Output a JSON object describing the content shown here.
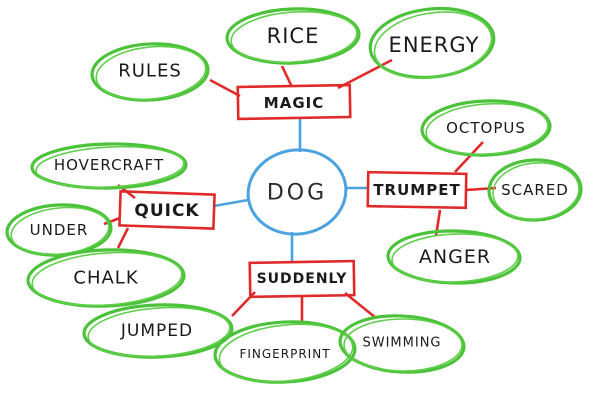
{
  "center": {
    "label": "DOG"
  },
  "hubs": {
    "magic": "MAGIC",
    "trumpet": "TRUMPET",
    "suddenly": "SUDDENLY",
    "quick": "QUICK"
  },
  "leaves": {
    "rice": "RICE",
    "energy": "ENERGY",
    "rules": "RULES",
    "octopus": "OCTOPUS",
    "scared": "SCARED",
    "anger": "ANGER",
    "jumped": "JUMPED",
    "fingerprint": "FINGERPRINT",
    "swimming": "SWIMMING",
    "hovercraft": "HOVERCRAFT",
    "under": "UNDER",
    "chalk": "CHALK"
  },
  "colors": {
    "center_outline": "#4aa3e0",
    "hub_outline": "#e02a2a",
    "leaf_outline": "#4cc23a"
  }
}
